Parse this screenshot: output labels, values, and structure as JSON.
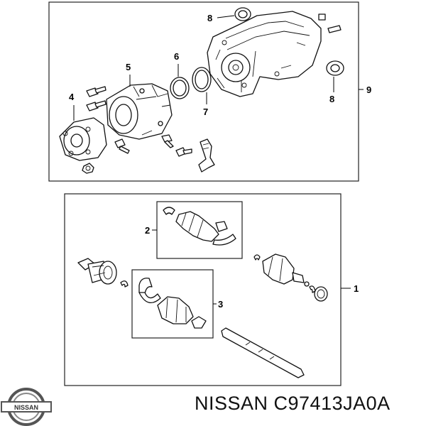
{
  "caption": "NISSAN C97413JA0A",
  "logo_text": "NISSAN",
  "callouts": [
    "8",
    "5",
    "6",
    "4",
    "7",
    "8",
    "9",
    "2",
    "1",
    "3"
  ],
  "colors": {
    "line": "#111111",
    "background": "#ffffff"
  }
}
